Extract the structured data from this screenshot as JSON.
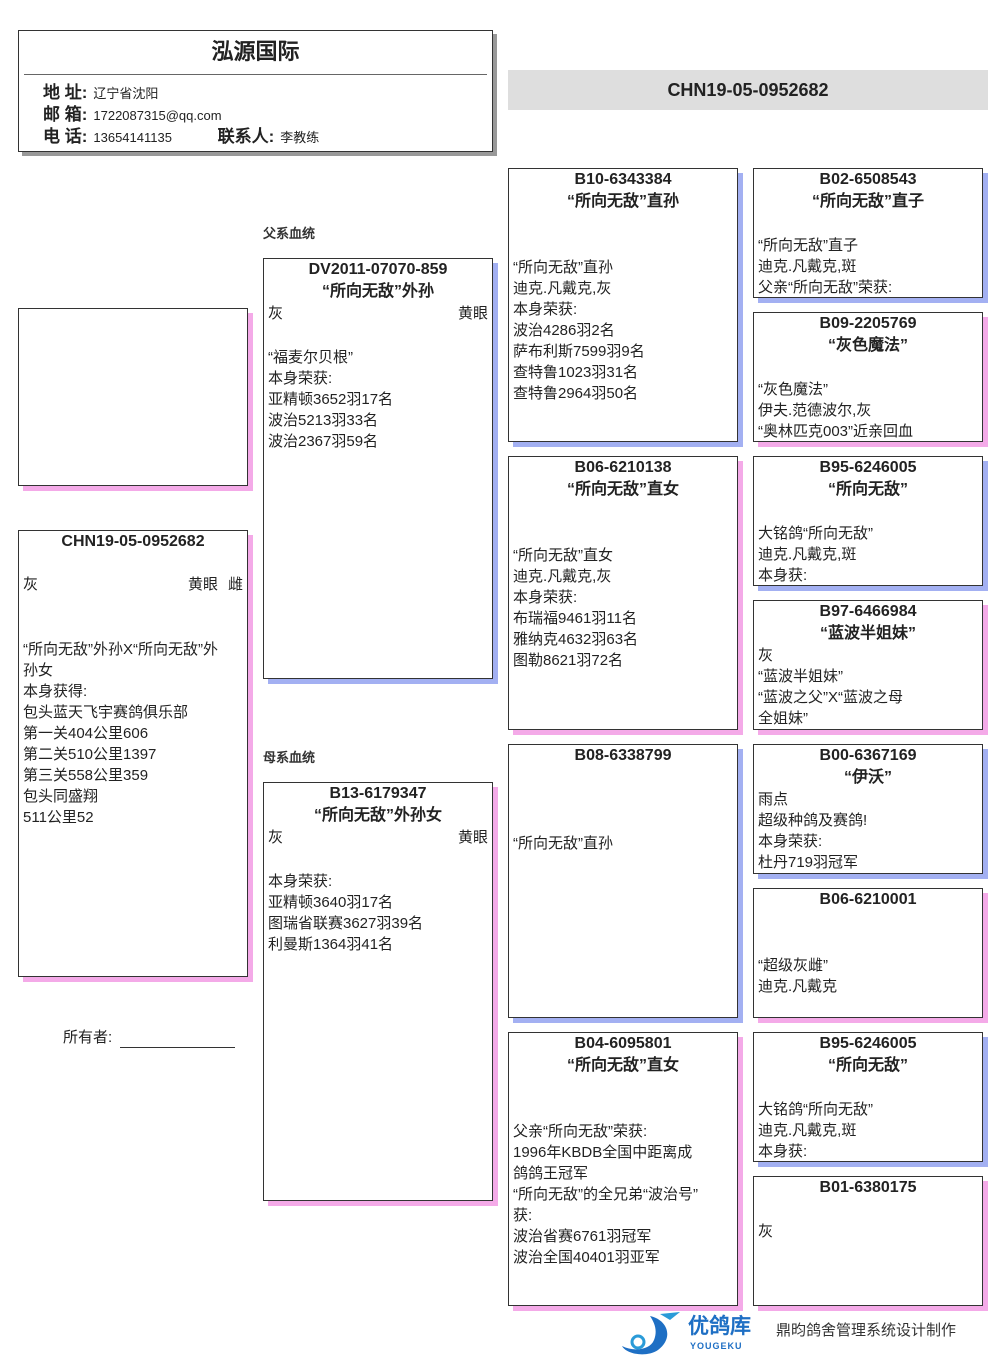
{
  "header": {
    "loft_name": "泓源国际",
    "address_label": "地 址:",
    "address": "辽宁省沈阳",
    "email_label": "邮 箱:",
    "email": "1722087315@qq.com",
    "phone_label": "电 话:",
    "phone": "13654141135",
    "contact_label": "联系人:",
    "contact": "李教练"
  },
  "ring_banner": "CHN19-05-0952682",
  "sections": {
    "sire": "父系血统",
    "dam": "母系血统"
  },
  "owner_label": "所有者:",
  "footer": {
    "brand": "优鸽库",
    "brand_en": "YOUGEKU",
    "maker": "鼎昀鸽舍管理系统设计制作"
  },
  "colors": {
    "male_shadow": "#a3b0f2",
    "female_shadow": "#f4aae8"
  },
  "pigeons": {
    "subject": {
      "ring": "CHN19-05-0952682",
      "color": "灰",
      "eye": "黄眼",
      "sex": "雌",
      "notes": [
        "“所向无敌”外孙X“所向无敌”外",
        "孙女",
        "本身获得:",
        "包头蓝天飞宇赛鸽俱乐部",
        "第一关404公里606",
        "第二关510公里1397",
        "第三关558公里359",
        "包头同盛翔",
        "511公里52"
      ]
    },
    "sire": {
      "ring": "DV2011-07070-859",
      "name": "“所向无敌”外孙",
      "color": "灰",
      "eye": "黄眼",
      "notes": [
        "“福麦尔贝根”",
        "本身荣获:",
        "亚精顿3652羽17名",
        "波治5213羽33名",
        "波治2367羽59名"
      ]
    },
    "dam": {
      "ring": "B13-6179347",
      "name": "“所向无敌”外孙女",
      "color": "灰",
      "eye": "黄眼",
      "notes": [
        "本身荣获:",
        "亚精顿3640羽17名",
        "图瑞省联赛3627羽39名",
        "利曼斯1364羽41名"
      ]
    },
    "ss": {
      "ring": "B10-6343384",
      "name": "“所向无敌”直孙",
      "notes": [
        "“所向无敌”直孙",
        "迪克.凡戴克,灰",
        "本身荣获:",
        "波治4286羽2名",
        "萨布利斯7599羽9名",
        "查特鲁1023羽31名",
        "查特鲁2964羽50名"
      ]
    },
    "sd": {
      "ring": "B06-6210138",
      "name": "“所向无敌”直女",
      "notes": [
        "“所向无敌”直女",
        "迪克.凡戴克,灰",
        "本身荣获:",
        "布瑞福9461羽11名",
        "雅纳克4632羽63名",
        "图勒8621羽72名"
      ]
    },
    "ds": {
      "ring": "B08-6338799",
      "notes": [
        "“所向无敌”直孙"
      ]
    },
    "dd": {
      "ring": "B04-6095801",
      "name": "“所向无敌”直女",
      "notes": [
        "父亲“所向无敌”荣获:",
        "1996年KBDB全国中距离成",
        "鸽鸽王冠军",
        "“所向无敌”的全兄弟“波治号”",
        "获:",
        "波治省赛6761羽冠军",
        "波治全国40401羽亚军"
      ]
    },
    "sss": {
      "ring": "B02-6508543",
      "name": "“所向无敌”直子",
      "notes": [
        "“所向无敌”直子",
        "迪克.凡戴克,斑",
        "父亲“所向无敌”荣获:"
      ]
    },
    "ssd": {
      "ring": "B09-2205769",
      "name": "“灰色魔法”",
      "notes": [
        "“灰色魔法”",
        "伊夫.范德波尔,灰",
        "“奥林匹克003”近亲回血"
      ]
    },
    "sds": {
      "ring": "B95-6246005",
      "name": "“所向无敌”",
      "notes": [
        "大铭鸽“所向无敌”",
        "迪克.凡戴克,斑",
        "本身获:"
      ]
    },
    "sdd": {
      "ring": "B97-6466984",
      "name": "“蓝波半姐妹”",
      "notes": [
        "灰",
        "“蓝波半姐妹”",
        "“蓝波之父”X“蓝波之母",
        "全姐妹”"
      ]
    },
    "dss": {
      "ring": "B00-6367169",
      "name": "“伊沃”",
      "notes": [
        "雨点",
        "超级种鸽及赛鸽!",
        "本身荣获:",
        "杜丹719羽冠军"
      ]
    },
    "dsd": {
      "ring": "B06-6210001",
      "notes": [
        "“超级灰雌”",
        "迪克.凡戴克"
      ]
    },
    "dds": {
      "ring": "B95-6246005",
      "name": "“所向无敌”",
      "notes": [
        "大铭鸽“所向无敌”",
        "迪克.凡戴克,斑",
        "本身获:"
      ]
    },
    "ddd": {
      "ring": "B01-6380175",
      "notes": [
        "灰"
      ]
    }
  }
}
